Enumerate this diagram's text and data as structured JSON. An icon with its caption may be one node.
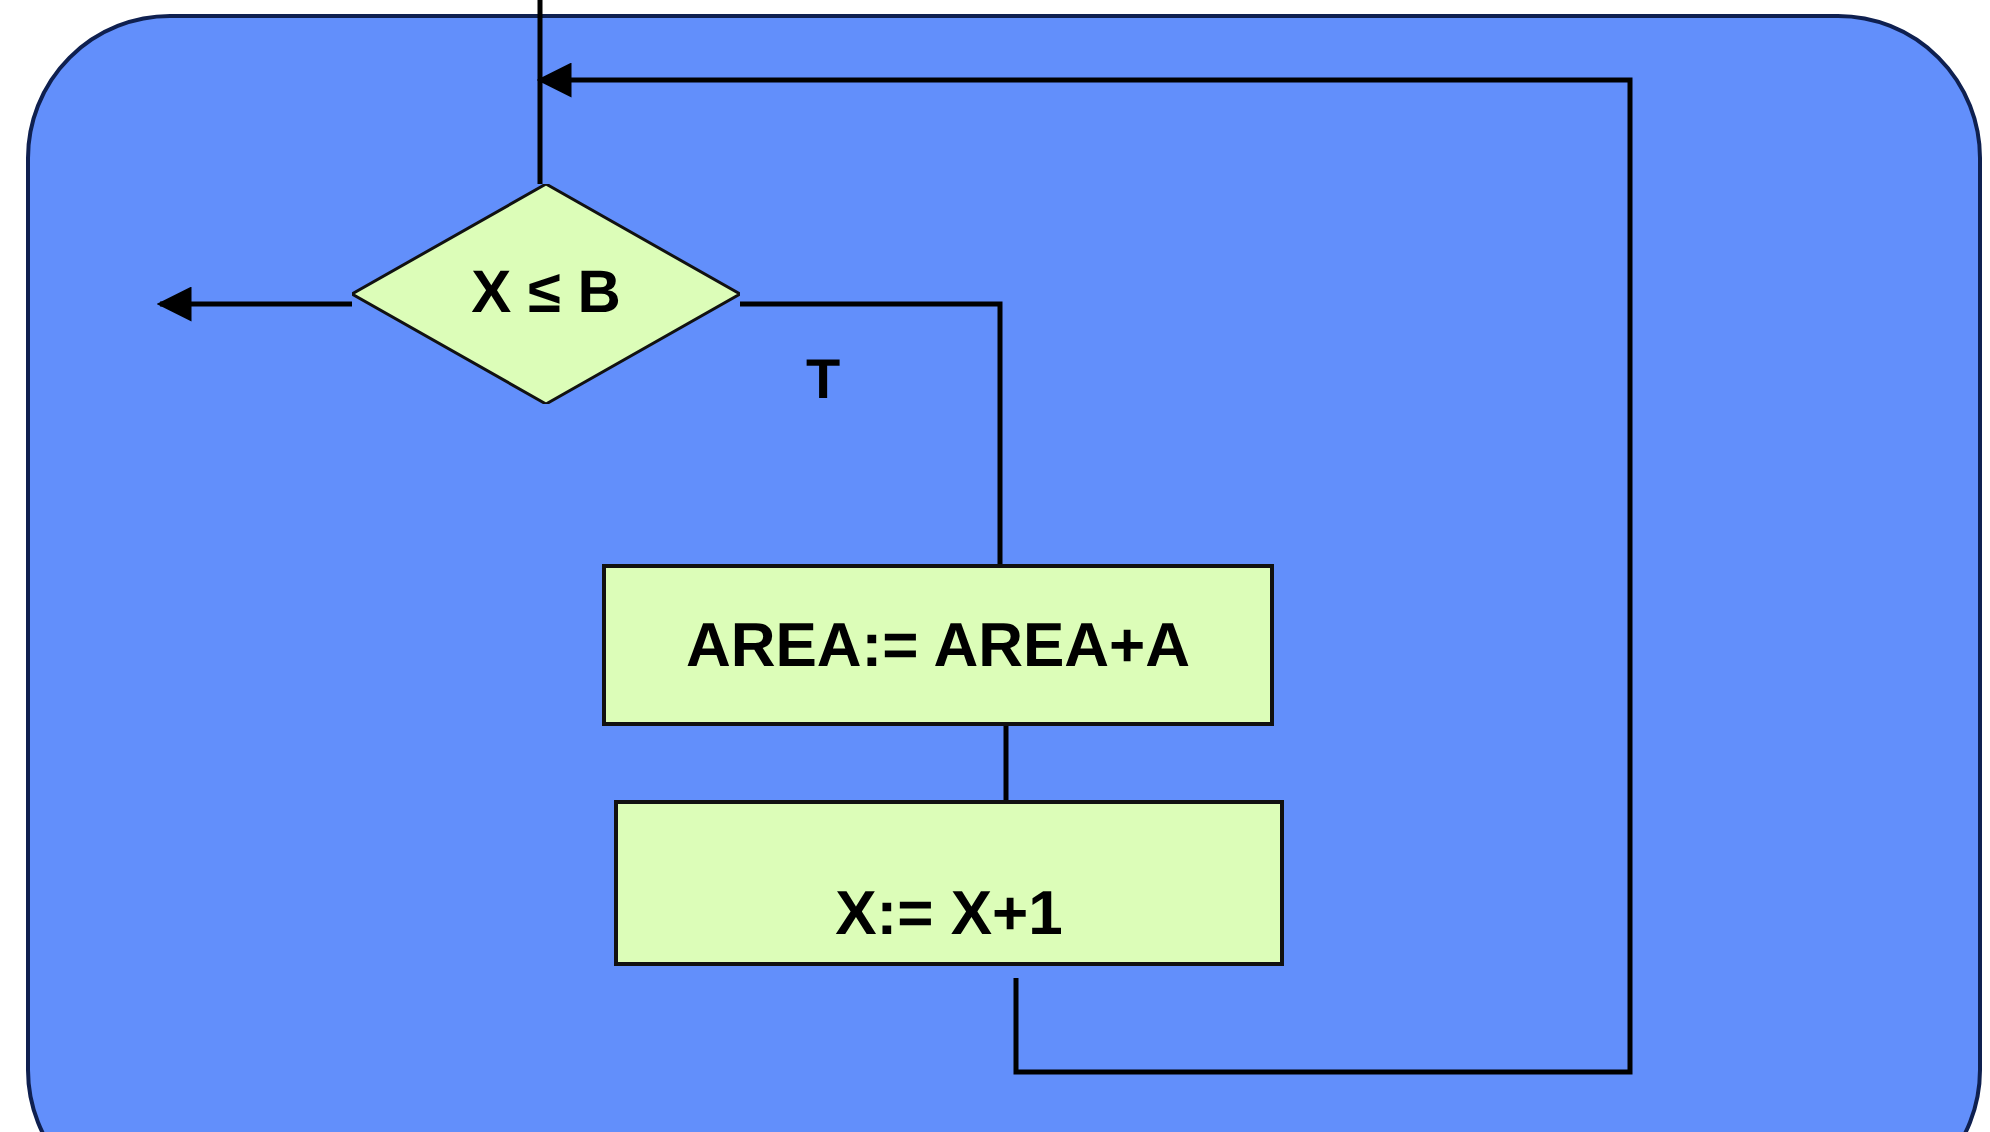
{
  "diagram": {
    "nodes": [
      {
        "text": [
          "X ≤ B"
        ]
      },
      {
        "text": [
          "AREA:= AREA+A"
        ]
      },
      {
        "text": [
          "X:= X+1"
        ]
      }
    ],
    "edges": [
      {
        "from": null,
        "to": 0,
        "arrow": "none"
      },
      {
        "from": 0,
        "to": null,
        "arrow": "to"
      },
      {
        "from": 0,
        "to": 1,
        "arrow": "none",
        "label": "T"
      },
      {
        "from": 1,
        "to": 2,
        "arrow": "none"
      },
      {
        "from": 2,
        "to": 0,
        "arrow": "to"
      }
    ]
  }
}
